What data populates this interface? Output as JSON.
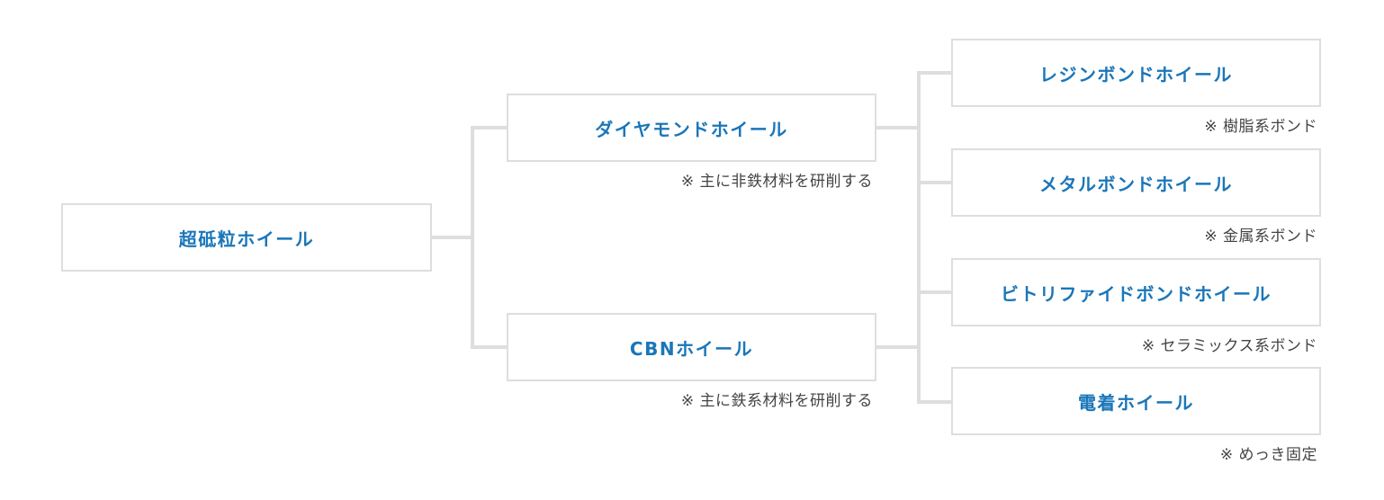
{
  "colors": {
    "box_text": "#1a76b9",
    "box_border": "#dedede",
    "connector": "#dedede",
    "note_text": "#444444",
    "background": "#ffffff"
  },
  "root": {
    "label": "超砥粒ホイール"
  },
  "branches": [
    {
      "label": "ダイヤモンドホイール",
      "note": "※ 主に非鉄材料を研削する"
    },
    {
      "label": "CBNホイール",
      "note": "※ 主に鉄系材料を研削する"
    }
  ],
  "bond_types": [
    {
      "label": "レジンボンドホイール",
      "note": "※ 樹脂系ボンド"
    },
    {
      "label": "メタルボンドホイール",
      "note": "※ 金属系ボンド"
    },
    {
      "label": "ビトリファイドボンドホイール",
      "note": "※ セラミックス系ボンド"
    },
    {
      "label": "電着ホイール",
      "note": "※ めっき固定"
    }
  ]
}
